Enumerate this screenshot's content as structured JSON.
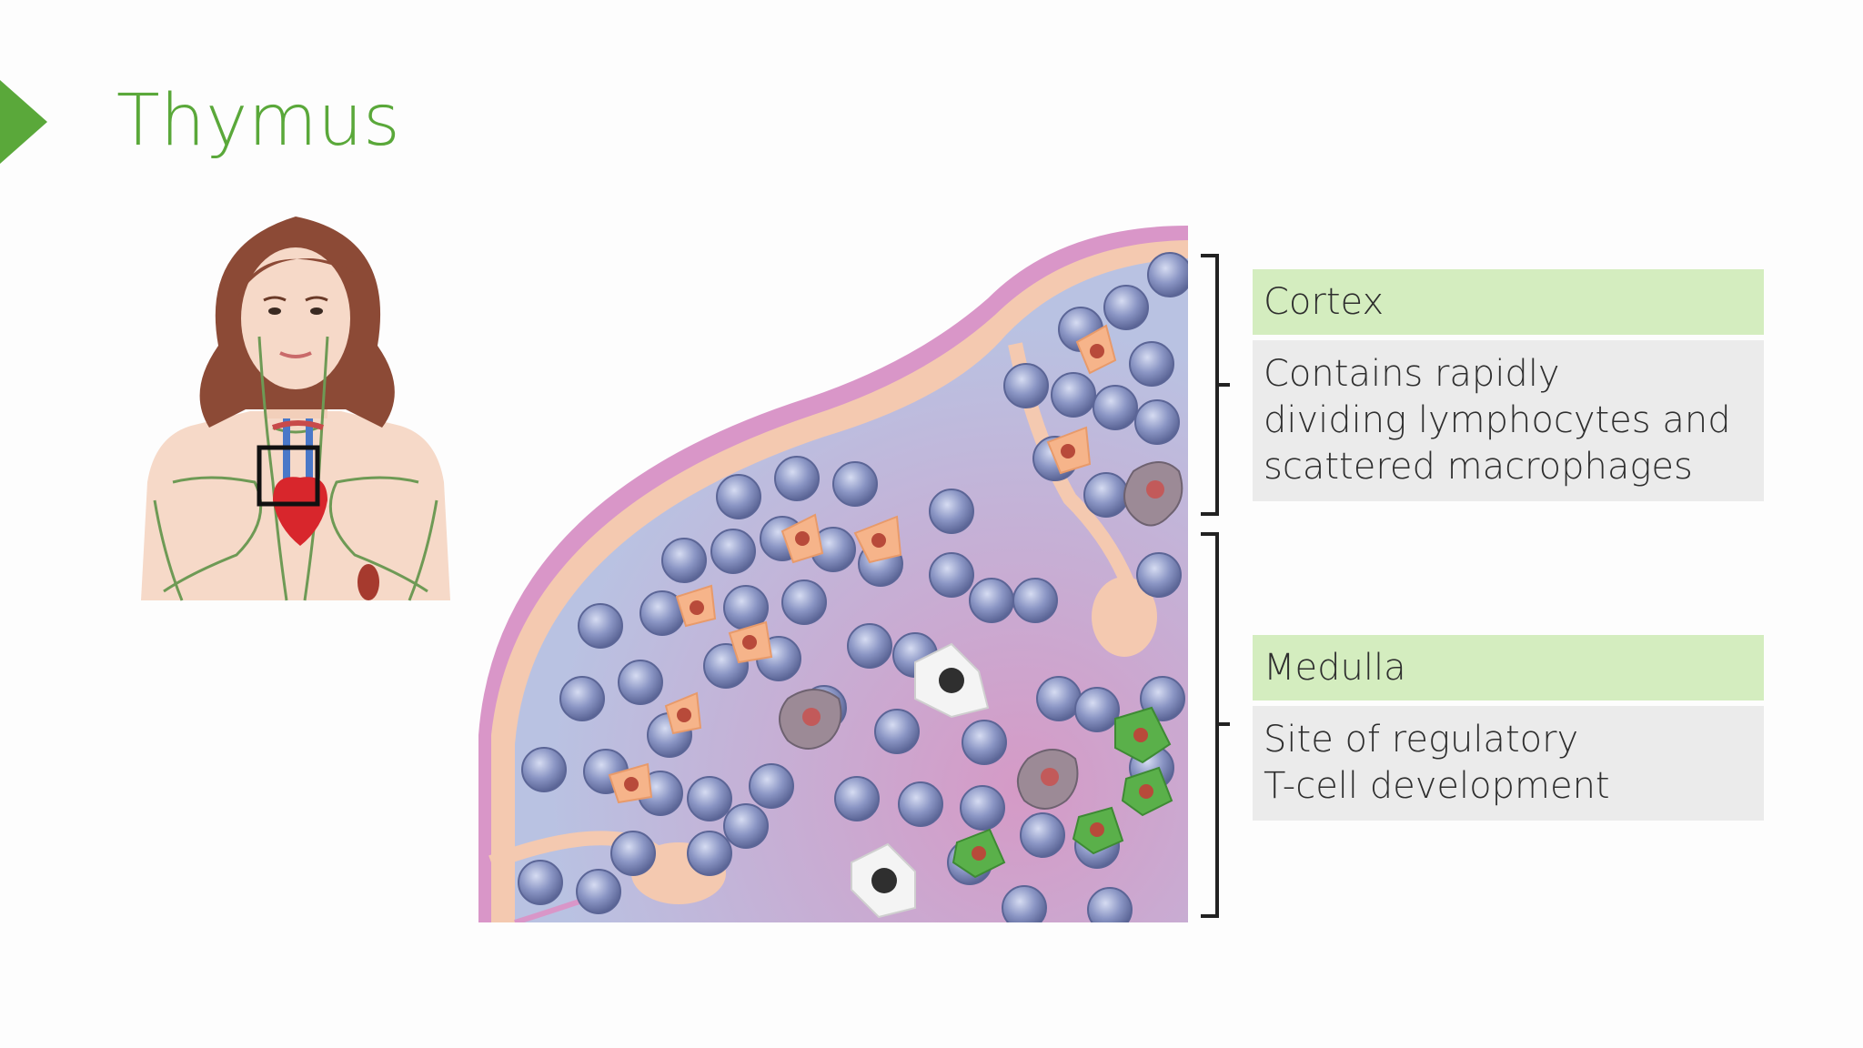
{
  "title": "Thymus",
  "cortex": {
    "label": "Cortex",
    "description": [
      "Contains rapidly",
      "dividing lymphocytes and",
      "scattered macrophages"
    ]
  },
  "medulla": {
    "label": "Medulla",
    "description": [
      "Site of regulatory",
      "T-cell development"
    ]
  },
  "colors": {
    "accent": "#5aa83a",
    "label_bg": "#d4edbf",
    "desc_bg": "#ebebeb"
  }
}
